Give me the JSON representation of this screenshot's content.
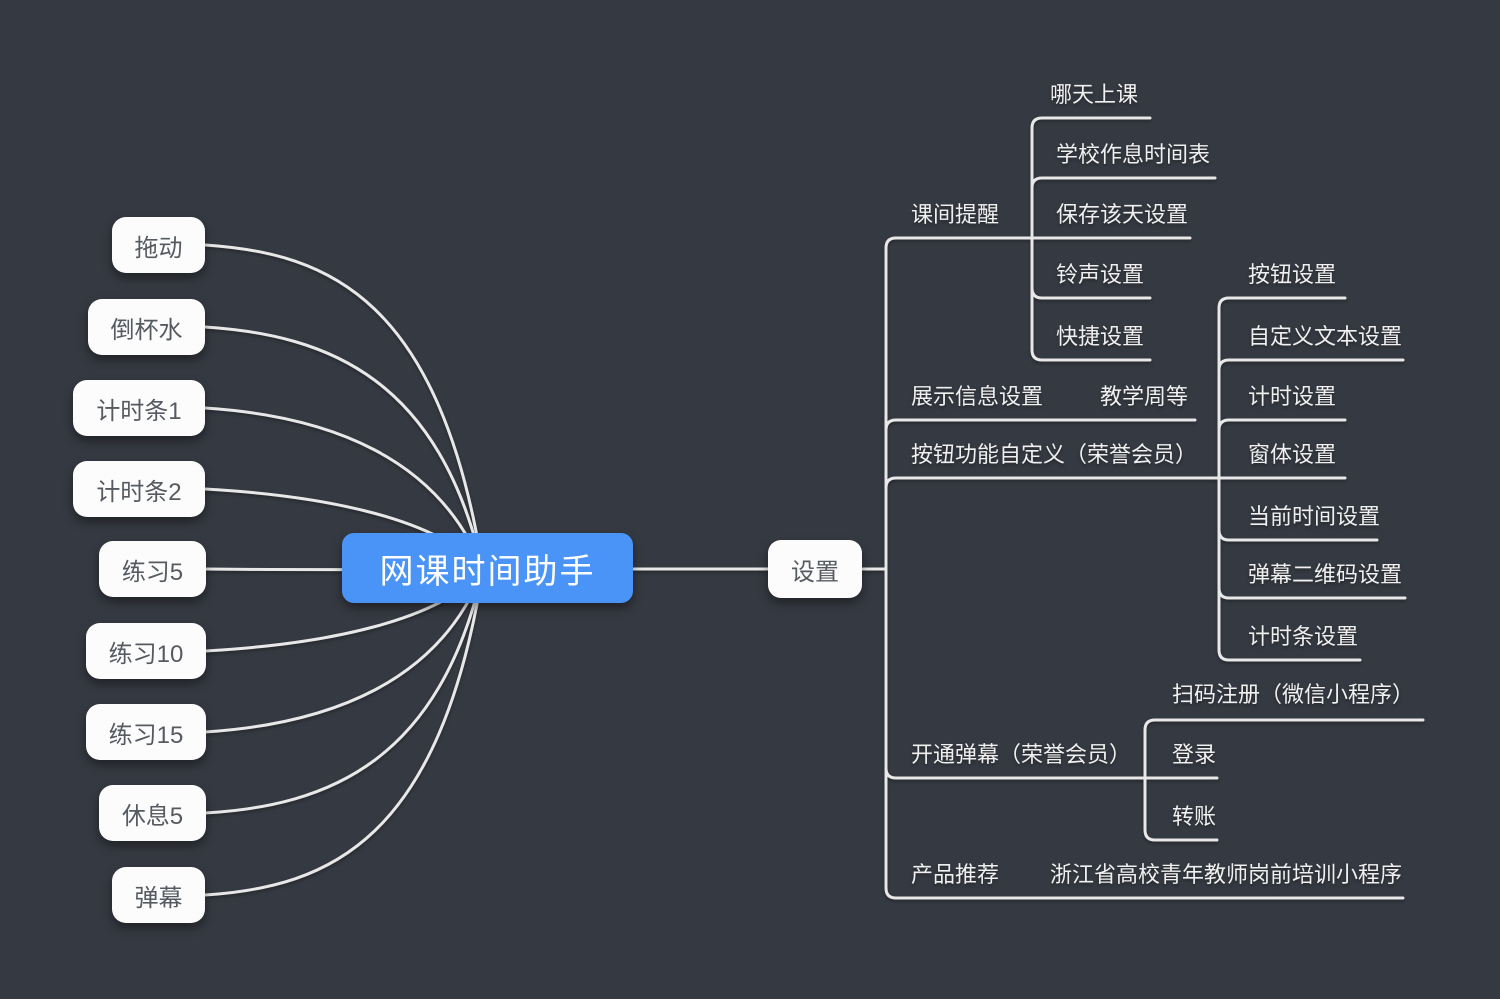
{
  "app": {
    "name": "网课时间助手思维导图"
  },
  "colors": {
    "background": "#353941",
    "root_fill": "#4a94f8",
    "root_text": "#ffffff",
    "node_fill": "#fcfcfc",
    "node_text": "#565b62",
    "branch_text": "#f0f0f0",
    "line": "#e8e8e8"
  },
  "root": {
    "label": "网课时间助手"
  },
  "left_nodes": [
    {
      "label": "拖动"
    },
    {
      "label": "倒杯水"
    },
    {
      "label": "计时条1"
    },
    {
      "label": "计时条2"
    },
    {
      "label": "练习5"
    },
    {
      "label": "练习10"
    },
    {
      "label": "练习15"
    },
    {
      "label": "休息5"
    },
    {
      "label": "弹幕"
    }
  ],
  "settings": {
    "label": "设置"
  },
  "branches": [
    {
      "label": "课间提醒",
      "children": [
        {
          "label": "哪天上课"
        },
        {
          "label": "学校作息时间表"
        },
        {
          "label": "保存该天设置"
        },
        {
          "label": "铃声设置"
        },
        {
          "label": "快捷设置"
        }
      ]
    },
    {
      "label": "展示信息设置",
      "children": [
        {
          "label": "教学周等"
        }
      ]
    },
    {
      "label": "按钮功能自定义（荣誉会员）",
      "children": [
        {
          "label": "按钮设置"
        },
        {
          "label": "自定义文本设置"
        },
        {
          "label": "计时设置"
        },
        {
          "label": "窗体设置"
        },
        {
          "label": "当前时间设置"
        },
        {
          "label": "弹幕二维码设置"
        },
        {
          "label": "计时条设置"
        }
      ]
    },
    {
      "label": "开通弹幕（荣誉会员）",
      "children": [
        {
          "label": "扫码注册（微信小程序）"
        },
        {
          "label": "登录"
        },
        {
          "label": "转账"
        }
      ]
    },
    {
      "label": "产品推荐",
      "children": [
        {
          "label": "浙江省高校青年教师岗前培训小程序"
        }
      ]
    }
  ]
}
